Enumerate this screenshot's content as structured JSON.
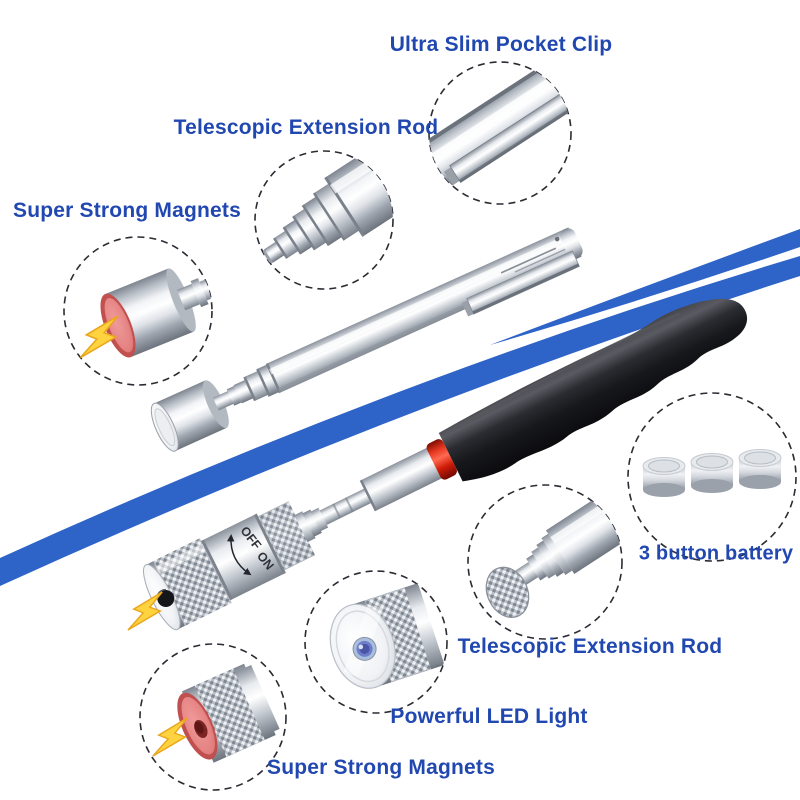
{
  "labels": {
    "pocket_clip": "Ultra Slim Pocket Clip",
    "telescopic_rod_top": "Telescopic Extension Rod",
    "super_strong_magnets_left": "Super Strong Magnets",
    "button_battery": "3 button battery",
    "telescopic_rod_bottom": "Telescopic Extension Rod",
    "led_light": "Powerful LED Light",
    "super_strong_magnets_bottom": "Super Strong Magnets"
  },
  "switch_markings": {
    "off": "OFF",
    "on": "ON"
  },
  "icons": {
    "lightning_bolt": "lightning-bolt-icon",
    "callout_circle": "dashed-callout-circle"
  },
  "colors": {
    "label_blue": "#2148b0",
    "stripe_blue": "#2e63c8",
    "bolt_yellow": "#ffd23f",
    "magnet_red": "#e07e7e",
    "accent_ring_red": "#e02010",
    "handle_black": "#1c1d21"
  }
}
